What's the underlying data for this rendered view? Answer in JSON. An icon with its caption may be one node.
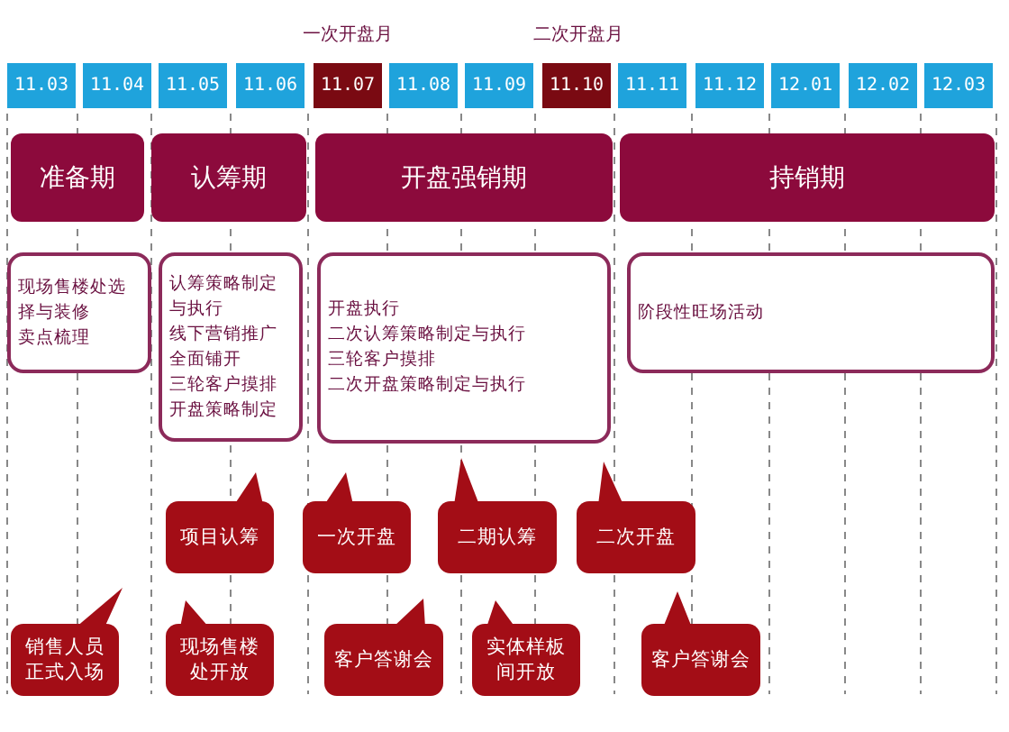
{
  "diagram": {
    "nodes": [
      {
        "text": [
          "11.03"
        ]
      },
      {
        "text": [
          "11.04"
        ]
      },
      {
        "text": [
          "11.05"
        ]
      },
      {
        "text": [
          "11.06"
        ]
      },
      {
        "text": [
          "11.07"
        ]
      },
      {
        "text": [
          "11.08"
        ]
      },
      {
        "text": [
          "11.09"
        ]
      },
      {
        "text": [
          "11.10"
        ]
      },
      {
        "text": [
          "11.11"
        ]
      },
      {
        "text": [
          "11.12"
        ]
      },
      {
        "text": [
          "12.01"
        ]
      },
      {
        "text": [
          "12.02"
        ]
      },
      {
        "text": [
          "12.03"
        ]
      },
      {
        "text": [
          "准备期"
        ]
      },
      {
        "text": [
          "认筹期"
        ]
      },
      {
        "text": [
          "开盘强销期"
        ]
      },
      {
        "text": [
          "持销期"
        ]
      },
      {
        "text": [
          "现场售楼处选择与装修",
          "卖点梳理"
        ]
      },
      {
        "text": [
          "认筹策略制定与执行",
          "线下营销推广全面铺开",
          "三轮客户摸排",
          "开盘策略制定"
        ]
      },
      {
        "text": [
          "开盘执行",
          "二次认筹策略制定与执行",
          "三轮客户摸排",
          "二次开盘策略制定与执行"
        ]
      },
      {
        "text": [
          "阶段性旺场活动"
        ]
      },
      {
        "text": [
          "项目认筹"
        ]
      },
      {
        "text": [
          "一次开盘"
        ]
      },
      {
        "text": [
          "二期认筹"
        ]
      },
      {
        "text": [
          "二次开盘"
        ]
      },
      {
        "text": [
          "销售人员正式入场"
        ]
      },
      {
        "text": [
          "现场售楼处开放"
        ]
      },
      {
        "text": [
          "客户答谢会"
        ]
      },
      {
        "text": [
          "实体样板间开放"
        ]
      },
      {
        "text": [
          "客户答谢会"
        ]
      }
    ],
    "labels": [
      "一次开盘月",
      "二次开盘月"
    ]
  }
}
